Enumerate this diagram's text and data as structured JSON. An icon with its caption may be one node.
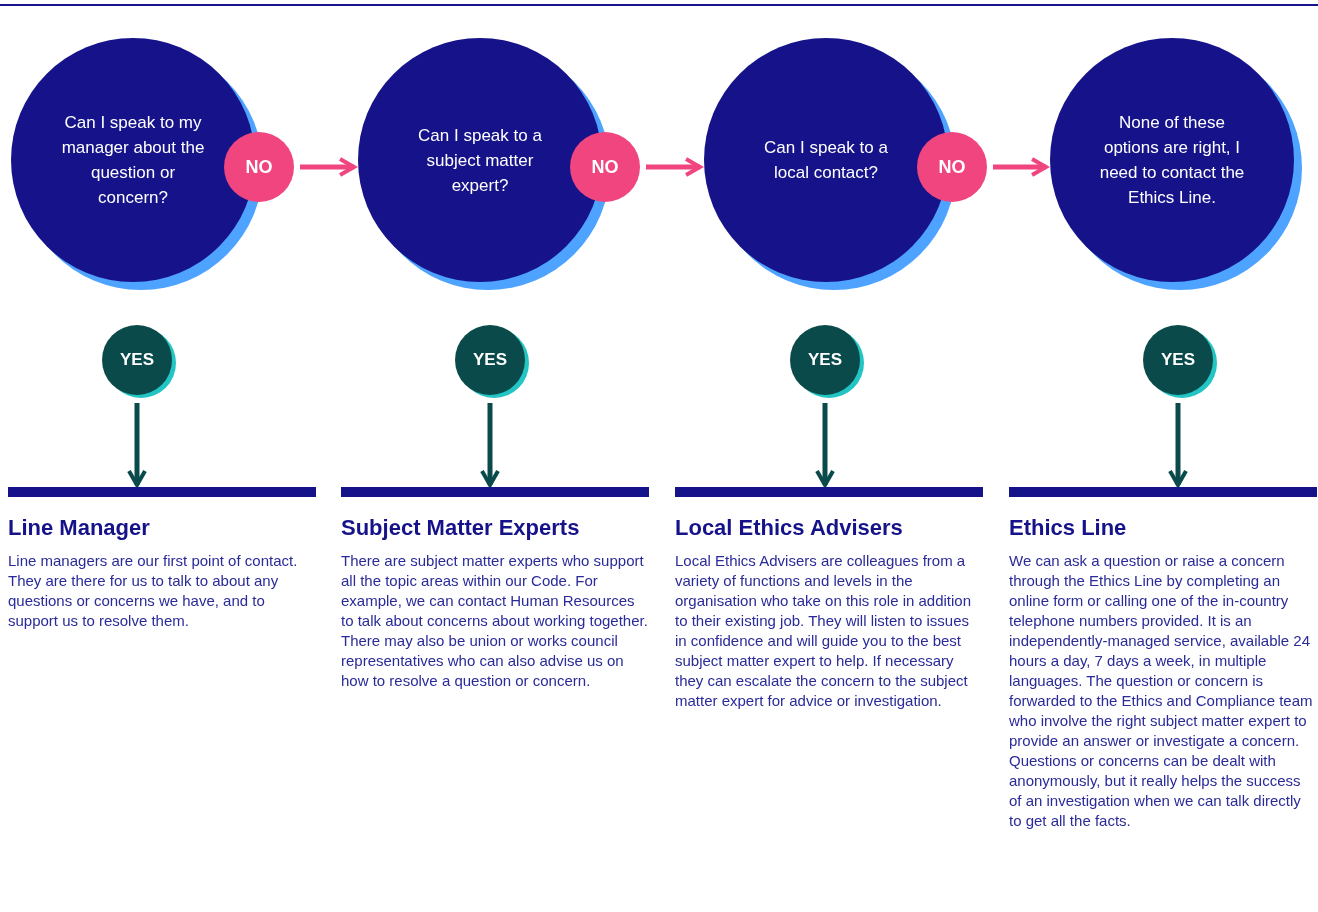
{
  "diagram": {
    "nodes": [
      {
        "text": [
          "Can I speak to my manager about the question or concern?"
        ]
      },
      {
        "text": [
          "NO"
        ]
      },
      {
        "text": [
          "Can I speak to a subject matter expert?"
        ]
      },
      {
        "text": [
          "NO"
        ]
      },
      {
        "text": [
          "Can I speak to a local contact?"
        ]
      },
      {
        "text": [
          "NO"
        ]
      },
      {
        "text": [
          "None of these options are right, I need to contact the Ethics Line."
        ]
      },
      {
        "text": [
          "YES"
        ]
      },
      {
        "text": [
          "YES"
        ]
      },
      {
        "text": [
          "YES"
        ]
      },
      {
        "text": [
          "YES"
        ]
      },
      {
        "text": [
          "Line Manager",
          "Line managers are our first point of contact. They are there for us to talk to about any questions or concerns we have, and to support us to resolve them."
        ]
      },
      {
        "text": [
          "Subject Matter Experts",
          "There are subject matter experts who support all the topic areas within our Code. For example, we can contact Human Resources to talk about concerns about working together. There may also be union or works council representatives who can also advise us on how to resolve a question or concern."
        ]
      },
      {
        "text": [
          "Local Ethics Advisers",
          "Local Ethics Advisers are colleagues from a variety of functions and levels in the organisation who take on this role in addition to their existing job. They will listen to issues in confidence and will guide you to the best subject matter expert to help. If necessary they can escalate the concern to the subject matter expert for advice or investigation."
        ]
      },
      {
        "text": [
          "Ethics Line",
          "We can ask a question or raise a concern through the Ethics Line by completing an online form or calling one of the in-country telephone numbers provided. It is an independently-managed service, available 24 hours a day, 7 days a week, in multiple languages. The question or concern is forwarded to the Ethics and Compliance team who involve the right subject matter expert to provide an answer or investigate a concern. Questions or concerns can be dealt with anonymously, but it really helps the success of an investigation when we can talk directly to get all the facts."
        ]
      }
    ],
    "edges": [
      {
        "from": 1,
        "to": 2,
        "arrow": "to",
        "color": "#f0457f"
      },
      {
        "from": 3,
        "to": 4,
        "arrow": "to",
        "color": "#f0457f"
      },
      {
        "from": 5,
        "to": 6,
        "arrow": "to",
        "color": "#f0457f"
      },
      {
        "from": 7,
        "to": 11,
        "arrow": "to"
      },
      {
        "from": 8,
        "to": 12,
        "arrow": "to"
      },
      {
        "from": 9,
        "to": 13,
        "arrow": "to"
      },
      {
        "from": 10,
        "to": 14,
        "arrow": "to"
      }
    ]
  }
}
